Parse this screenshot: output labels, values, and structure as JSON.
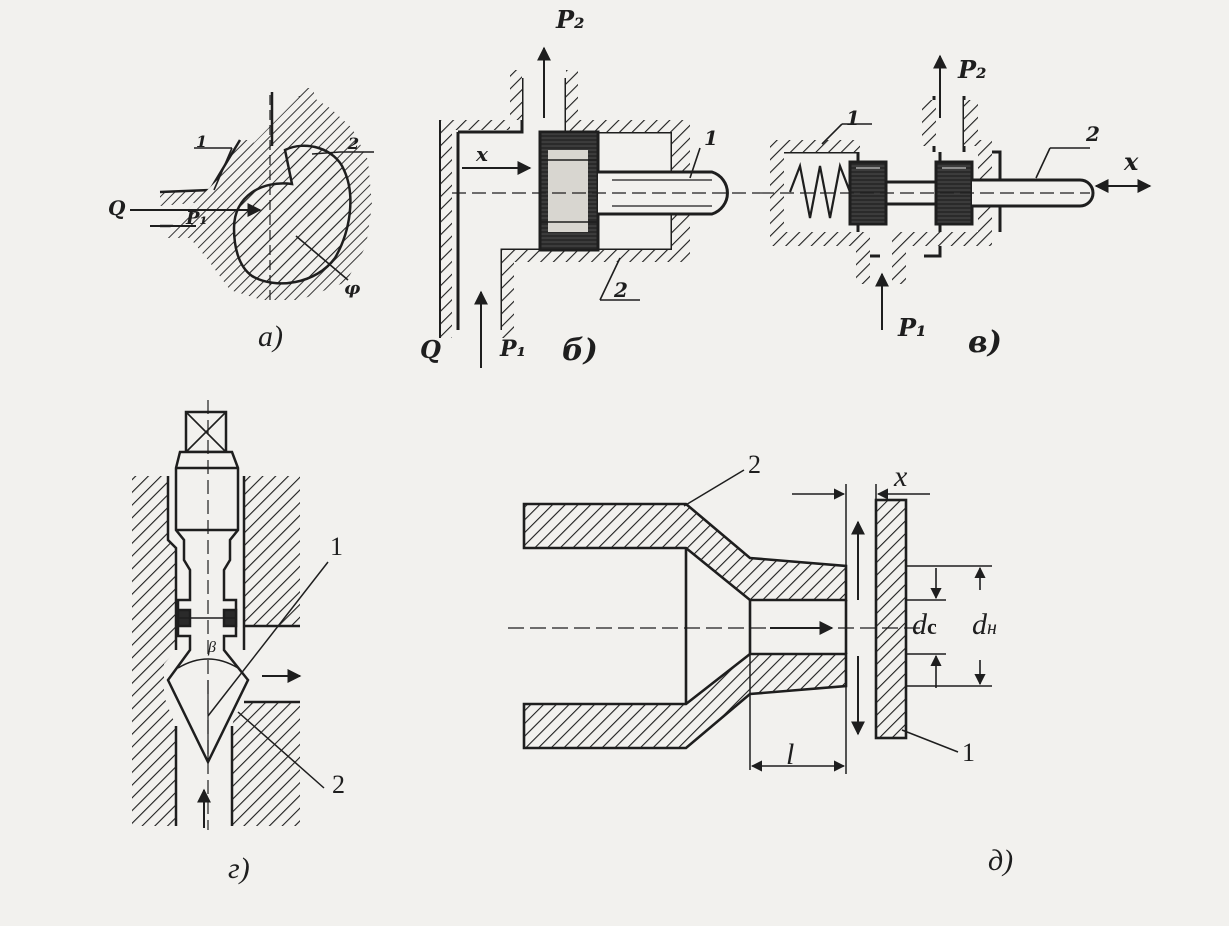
{
  "figures": {
    "a": {
      "caption": "а)",
      "labels": {
        "Q": "Q",
        "p1": "P₁",
        "n1": "1",
        "n2": "2",
        "phi": "φ"
      }
    },
    "b": {
      "caption": "б)",
      "labels": {
        "Q": "Q",
        "p1": "P₁",
        "p2": "P₂",
        "x": "x",
        "n1": "1",
        "n2": "2"
      }
    },
    "v": {
      "caption": "в)",
      "labels": {
        "p1": "P₁",
        "p2": "P₂",
        "x": "x",
        "n1": "1",
        "n2": "2"
      }
    },
    "g": {
      "caption": "г)",
      "labels": {
        "n1": "1",
        "n2": "2",
        "beta": "β"
      }
    },
    "d": {
      "caption": "д)",
      "labels": {
        "n1": "1",
        "n2": "2",
        "x": "x",
        "dc": "d",
        "dc_sub": "c",
        "dn": "d",
        "dn_sub": "н",
        "l": "l"
      }
    }
  },
  "colors": {
    "ink": "#1e1e1e",
    "paper": "#f2f1ee"
  }
}
